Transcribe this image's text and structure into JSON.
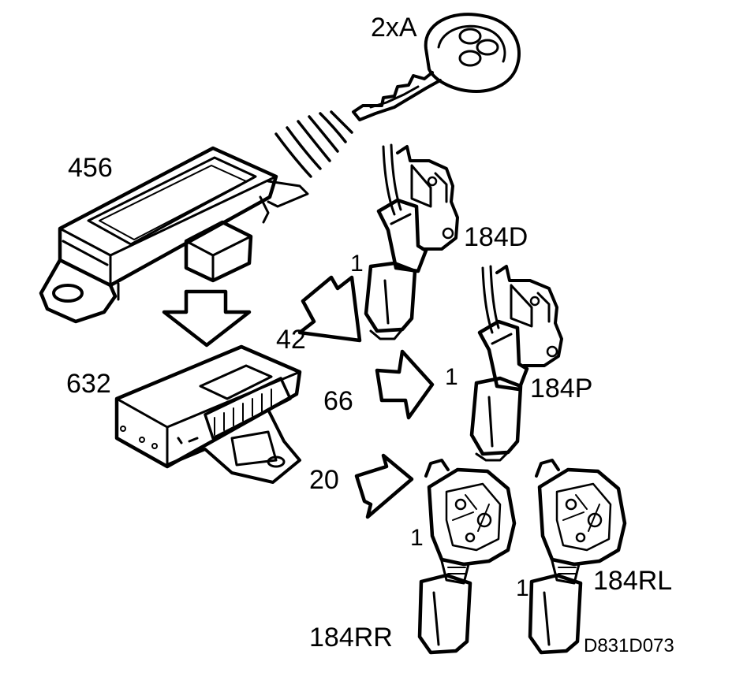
{
  "diagram": {
    "components": {
      "key": {
        "label": "2xA"
      },
      "module_456": {
        "label": "456"
      },
      "module_632": {
        "label": "632"
      },
      "lock_front_driver": {
        "label": "184D",
        "pin": "1"
      },
      "lock_front_passenger": {
        "label": "184P",
        "pin": "1"
      },
      "lock_rear_right": {
        "label": "184RR",
        "pin": "1"
      },
      "lock_rear_left": {
        "label": "184RL",
        "pin": "1"
      }
    },
    "connections": [
      {
        "from": "module_632",
        "to": "lock_front_driver",
        "wire": "42"
      },
      {
        "from": "module_632",
        "to": "lock_front_passenger",
        "wire": "66"
      },
      {
        "from": "module_632",
        "to": "lock_rear_right",
        "wire": "20"
      }
    ],
    "drawing_code": "D831D073"
  },
  "colors": {
    "ink": "#000000",
    "paper": "#ffffff"
  }
}
